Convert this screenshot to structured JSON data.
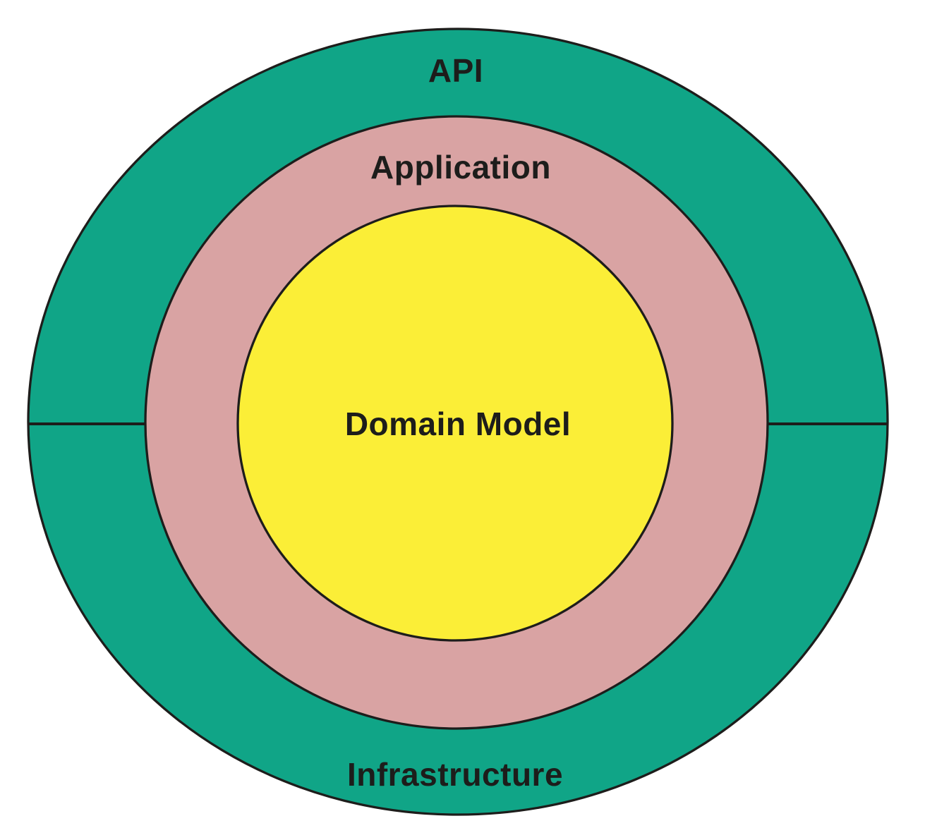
{
  "diagram": {
    "type": "onion-architecture",
    "layers": [
      {
        "id": "outer-ring-top",
        "label": "API"
      },
      {
        "id": "outer-ring-bottom",
        "label": "Infrastructure"
      },
      {
        "id": "middle-ring",
        "label": "Application"
      },
      {
        "id": "inner-circle",
        "label": "Domain Model"
      }
    ],
    "colors": {
      "outer_ring": "#10A587",
      "middle_ring": "#D9A3A3",
      "inner_circle": "#FBEE37",
      "stroke": "#1D1D1B",
      "text": "#1D1D1B",
      "background": "#FFFFFF"
    }
  }
}
